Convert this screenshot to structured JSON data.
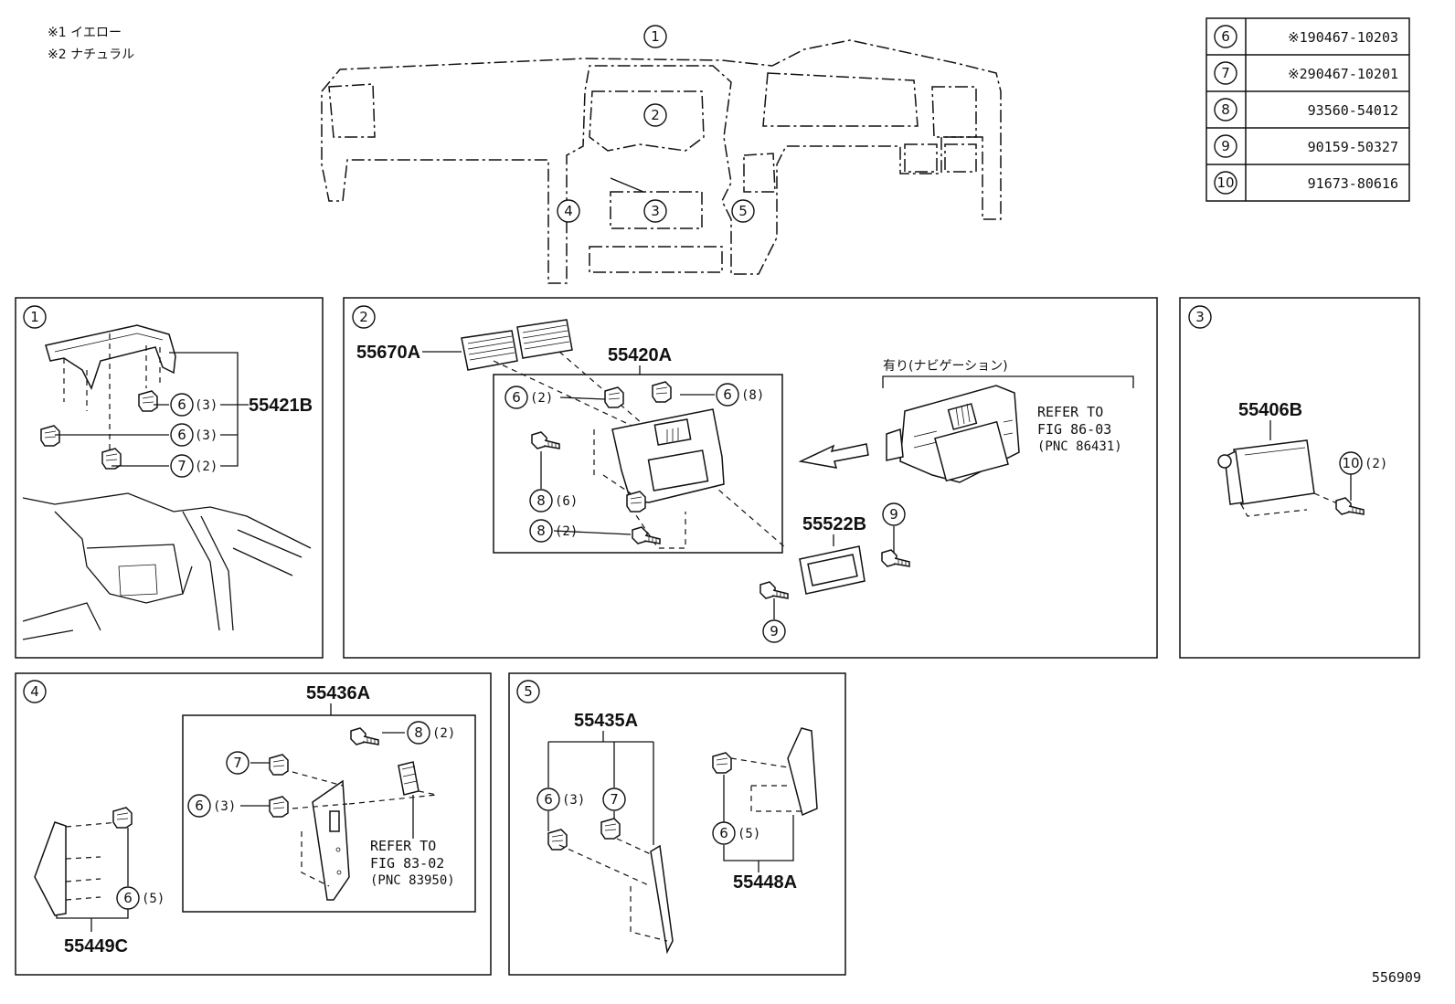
{
  "notes": [
    {
      "mark": "※1",
      "text": "イエロー"
    },
    {
      "mark": "※2",
      "text": "ナチュラル"
    }
  ],
  "overview": {
    "callouts": [
      "1",
      "2",
      "3",
      "4",
      "5"
    ]
  },
  "parts_table": [
    {
      "ref": "6",
      "number": "※190467-10203"
    },
    {
      "ref": "7",
      "number": "※290467-10201"
    },
    {
      "ref": "8",
      "number": "93560-54012"
    },
    {
      "ref": "9",
      "number": "90159-50327"
    },
    {
      "ref": "10",
      "number": "91673-80616"
    }
  ],
  "panel1": {
    "label": "1",
    "part": "55421B",
    "refs": [
      {
        "ref": "6",
        "qty": "(3)"
      },
      {
        "ref": "6",
        "qty": "(3)"
      },
      {
        "ref": "7",
        "qty": "(2)"
      }
    ]
  },
  "panel2": {
    "label": "2",
    "vent_part": "55670A",
    "bezel_part": "55420A",
    "panel_part": "55522B",
    "navi_label": "有り(ナビゲーション)",
    "refer_lines": [
      "REFER TO",
      "FIG 86-03",
      "(PNC 86431)"
    ],
    "refs": [
      {
        "ref": "6",
        "qty": "(2)"
      },
      {
        "ref": "6",
        "qty": "(8)"
      },
      {
        "ref": "8",
        "qty": "(6)"
      },
      {
        "ref": "8",
        "qty": "(2)"
      },
      {
        "ref": "9",
        "qty": ""
      },
      {
        "ref": "9",
        "qty": ""
      }
    ]
  },
  "panel3": {
    "label": "3",
    "part": "55406B",
    "refs": [
      {
        "ref": "10",
        "qty": "(2)"
      }
    ]
  },
  "panel4": {
    "label": "4",
    "part_a": "55436A",
    "part_c": "55449C",
    "refer_lines": [
      "REFER TO",
      "FIG 83-02",
      "(PNC 83950)"
    ],
    "refs": [
      {
        "ref": "8",
        "qty": "(2)"
      },
      {
        "ref": "7",
        "qty": ""
      },
      {
        "ref": "6",
        "qty": "(3)"
      },
      {
        "ref": "6",
        "qty": "(5)"
      }
    ]
  },
  "panel5": {
    "label": "5",
    "part_a": "55435A",
    "part_b": "55448A",
    "refs": [
      {
        "ref": "6",
        "qty": "(3)"
      },
      {
        "ref": "7",
        "qty": ""
      },
      {
        "ref": "6",
        "qty": "(5)"
      }
    ]
  },
  "figure_id": "556909"
}
